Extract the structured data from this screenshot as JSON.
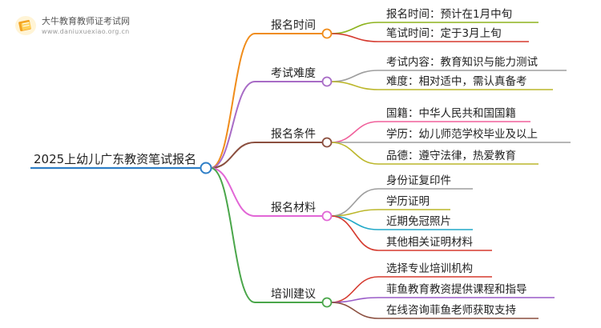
{
  "brand": {
    "title": "大牛教育教师证考试网",
    "url": "www.daniuxuexiao.org.cn"
  },
  "mindmap": {
    "root": "2025上幼儿广东教资笔试报名",
    "branches": [
      {
        "label": "报名时间",
        "color": "#f08c1a",
        "children": [
          {
            "label": "报名时间：预计在1月中旬",
            "color": "#8db31e"
          },
          {
            "label": "笔试时间：定于3月上旬",
            "color": "#d53a2f"
          }
        ]
      },
      {
        "label": "考试难度",
        "color": "#a86cc6",
        "children": [
          {
            "label": "考试内容：教育知识与能力测试",
            "color": "#9e9e9e"
          },
          {
            "label": "难度：相对适中，需认真备考",
            "color": "#bcb72b"
          }
        ]
      },
      {
        "label": "报名条件",
        "color": "#8b4f3f",
        "children": [
          {
            "label": "国籍：中华人民共和国国籍",
            "color": "#f0609b"
          },
          {
            "label": "学历：幼儿师范学校毕业及以上",
            "color": "#9e9e9e"
          },
          {
            "label": "品德：遵守法律，热爱教育",
            "color": "#bcb72b"
          }
        ]
      },
      {
        "label": "报名材料",
        "color": "#e266d6",
        "children": [
          {
            "label": "身份证复印件",
            "color": "#9e9e9e"
          },
          {
            "label": "学历证明",
            "color": "#bcb72b"
          },
          {
            "label": "近期免冠照片",
            "color": "#22a9c8"
          },
          {
            "label": "其他相关证明材料",
            "color": "#d53a2f"
          }
        ]
      },
      {
        "label": "培训建议",
        "color": "#4aa64a",
        "children": [
          {
            "label": "选择专业培训机构",
            "color": "#d53a2f"
          },
          {
            "label": "菲鱼教育教资提供课程和指导",
            "color": "#9a5cc8"
          },
          {
            "label": "在线咨询菲鱼老师获取支持",
            "color": "#8b4f3f"
          }
        ]
      }
    ],
    "root_color": "#2f7fc7"
  }
}
